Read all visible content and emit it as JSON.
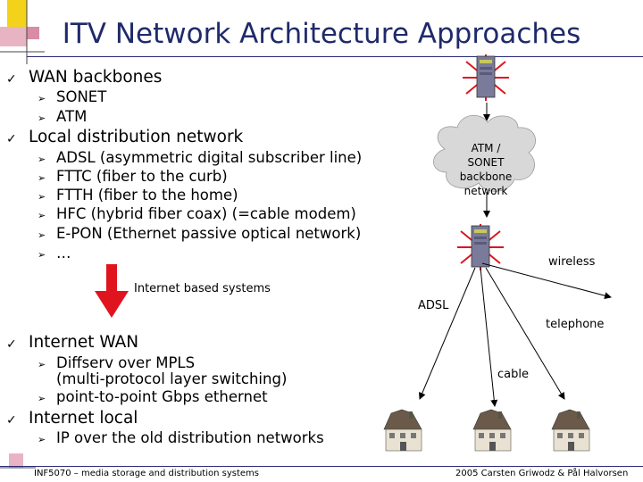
{
  "title": "ITV Network Architecture Approaches",
  "sections": [
    {
      "label": "WAN backbones",
      "items": [
        "SONET",
        "ATM"
      ]
    },
    {
      "label": "Local distribution network",
      "items": [
        "ADSL (asymmetric digital subscriber line)",
        "FTTC (fiber to the curb)",
        "FTTH (fiber to the home)",
        "HFC (hybrid fiber coax) (=cable modem)",
        "E-PON (Ethernet passive optical network)",
        "…"
      ]
    },
    {
      "label": "Internet WAN",
      "items": [
        "Diffserv over MPLS",
        "(multi-protocol layer switching)",
        "point-to-point Gbps ethernet"
      ]
    },
    {
      "label": "Internet local",
      "items": [
        "IP over the old distribution networks"
      ]
    }
  ],
  "transition_label": "Internet based systems",
  "diagram": {
    "cloud_lines": [
      "ATM /",
      "SONET",
      "backbone",
      "network"
    ],
    "links": {
      "wireless": "wireless",
      "adsl": "ADSL",
      "telephone": "telephone",
      "cable": "cable"
    }
  },
  "footer": {
    "left": "INF5070 – media storage and distribution systems",
    "right": "2005 Carsten Griwodz & Pål Halvorsen"
  },
  "colors": {
    "title": "#1f2a6b",
    "accent_red": "#e0141e",
    "corner_yellow": "#f3d21c",
    "corner_pink": "#e8b4c4"
  }
}
